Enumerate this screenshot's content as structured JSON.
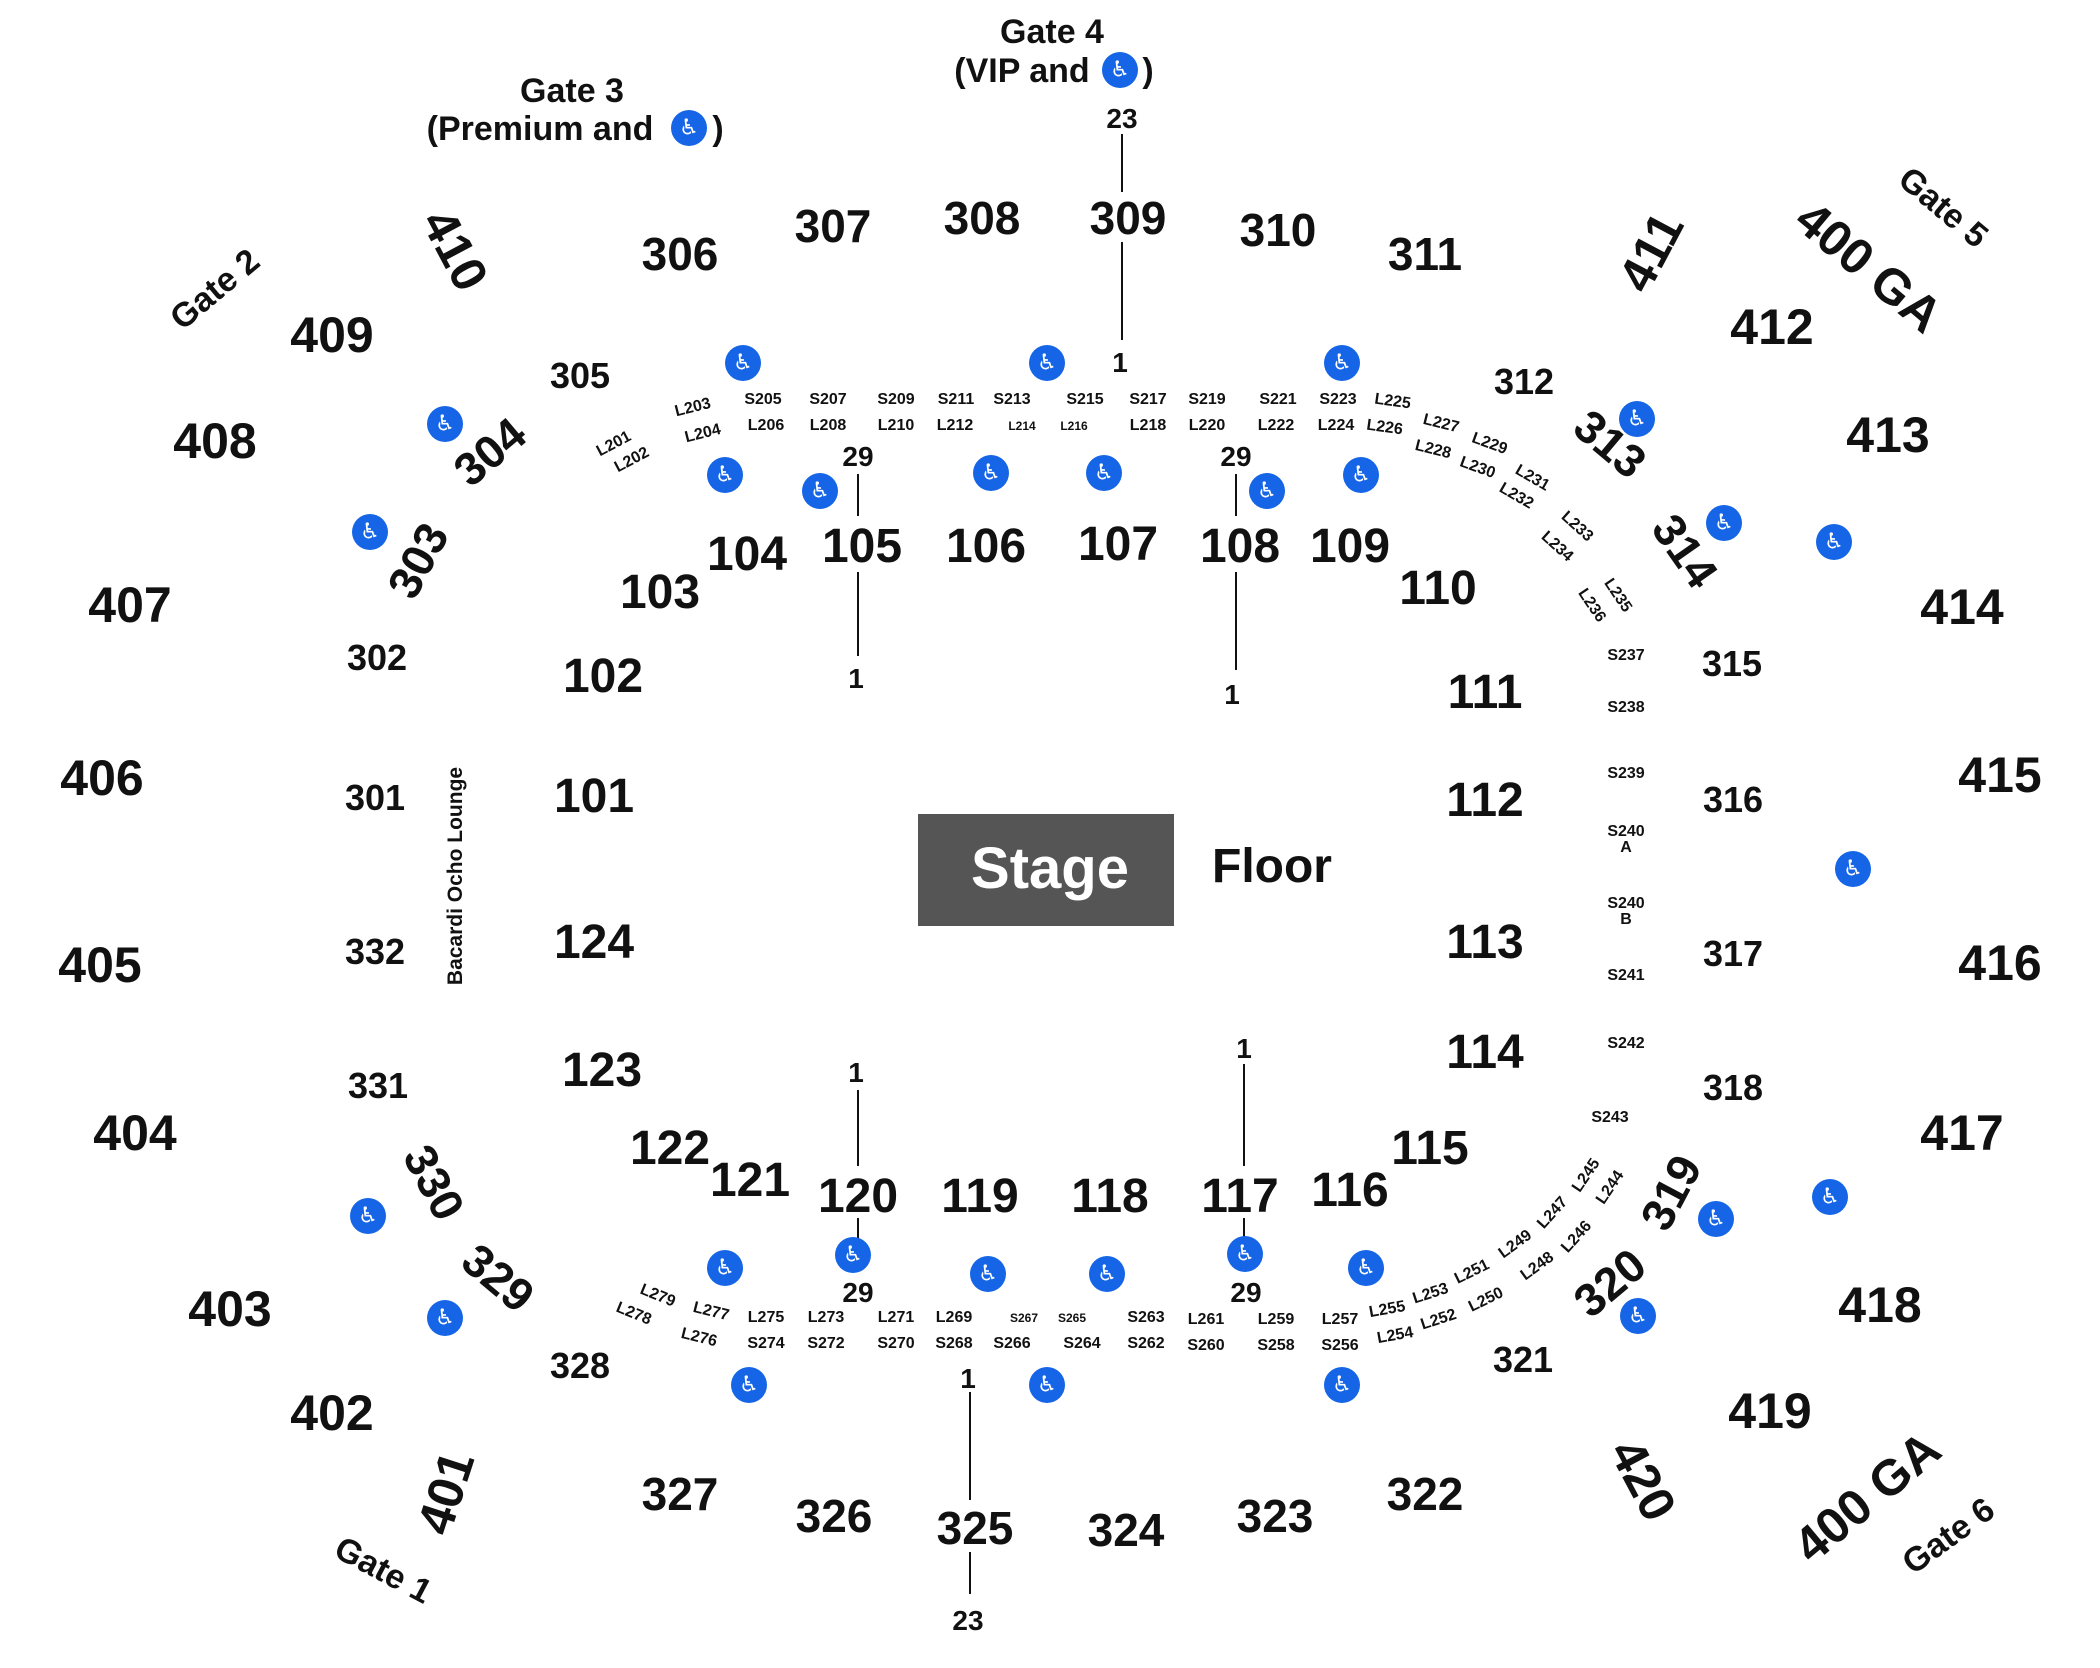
{
  "gates": {
    "gate1": "Gate 1",
    "gate2": "Gate 2",
    "gate3_line1": "Gate 3",
    "gate3_line2": "(Premium and",
    "gate3_close": ")",
    "gate4_line1": "Gate 4",
    "gate4_line2": "(VIP and",
    "gate4_close": ")",
    "gate5": "Gate 5",
    "gate6": "Gate 6"
  },
  "stage": {
    "label": "Stage",
    "color": "#555555"
  },
  "floor": {
    "label": "Floor"
  },
  "lounge": {
    "label": "Bacardi Ocho Lounge"
  },
  "accessibility": {
    "icon": "wheelchair-icon",
    "color": "#1565e6",
    "glyph": "♿"
  },
  "sections_400": {
    "s401": "401",
    "s402": "402",
    "s403": "403",
    "s404": "404",
    "s405": "405",
    "s406": "406",
    "s407": "407",
    "s408": "408",
    "s409": "409",
    "s410": "410",
    "s411": "411",
    "s412": "412",
    "s413": "413",
    "s414": "414",
    "s415": "415",
    "s416": "416",
    "s417": "417",
    "s418": "418",
    "s419": "419",
    "s420": "420",
    "ga_top": "400 GA",
    "ga_bottom": "400 GA"
  },
  "sections_300": {
    "s301": "301",
    "s302": "302",
    "s303": "303",
    "s304": "304",
    "s305": "305",
    "s306": "306",
    "s307": "307",
    "s308": "308",
    "s309": "309",
    "s310": "310",
    "s311": "311",
    "s312": "312",
    "s313": "313",
    "s314": "314",
    "s315": "315",
    "s316": "316",
    "s317": "317",
    "s318": "318",
    "s319": "319",
    "s320": "320",
    "s321": "321",
    "s322": "322",
    "s323": "323",
    "s324": "324",
    "s325": "325",
    "s326": "326",
    "s327": "327",
    "s328": "328",
    "s329": "329",
    "s330": "330",
    "s331": "331",
    "s332": "332"
  },
  "sections_100": {
    "s101": "101",
    "s102": "102",
    "s103": "103",
    "s104": "104",
    "s105": "105",
    "s106": "106",
    "s107": "107",
    "s108": "108",
    "s109": "109",
    "s110": "110",
    "s111": "111",
    "s112": "112",
    "s113": "113",
    "s114": "114",
    "s115": "115",
    "s116": "116",
    "s117": "117",
    "s118": "118",
    "s119": "119",
    "s120": "120",
    "s121": "121",
    "s122": "122",
    "s123": "123",
    "s124": "124"
  },
  "boxes_top": {
    "L201": "L201",
    "L202": "L202",
    "L203": "L203",
    "L204": "L204",
    "S205": "S205",
    "L206": "L206",
    "S207": "S207",
    "L208": "L208",
    "S209": "S209",
    "L210": "L210",
    "S211": "S211",
    "L212": "L212",
    "S213": "S213",
    "L214": "L214",
    "S215": "S215",
    "L216": "L216",
    "S217": "S217",
    "L218": "L218",
    "S219": "S219",
    "L220": "L220",
    "S221": "S221",
    "L222": "L222",
    "S223": "S223",
    "L224": "L224",
    "L225": "L225",
    "L226": "L226",
    "L227": "L227",
    "L228": "L228",
    "L229": "L229",
    "L230": "L230",
    "L231": "L231",
    "L232": "L232",
    "L233": "L233",
    "L234": "L234",
    "L235": "L235",
    "L236": "L236"
  },
  "boxes_side": {
    "S237": "S237",
    "S238": "S238",
    "S239": "S239",
    "S240": "S240",
    "A": "A",
    "S240b": "S240",
    "B": "B",
    "S241": "S241",
    "S242": "S242",
    "S243": "S243"
  },
  "boxes_bottom": {
    "L244": "L244",
    "L245": "L245",
    "L246": "L246",
    "L247": "L247",
    "L248": "L248",
    "L249": "L249",
    "L250": "L250",
    "L251": "L251",
    "L252": "L252",
    "L253": "L253",
    "L254": "L254",
    "L255": "L255",
    "S256": "S256",
    "L257": "L257",
    "S258": "S258",
    "L259": "L259",
    "S260": "S260",
    "L261": "L261",
    "S262": "S262",
    "S263": "S263",
    "S264": "S264",
    "S265": "S265",
    "S266": "S266",
    "S267": "S267",
    "S268": "S268",
    "L269": "L269",
    "S270": "S270",
    "L271": "L271",
    "S272": "S272",
    "L273": "L273",
    "S274": "S274",
    "L275": "L275",
    "L276": "L276",
    "L277": "L277",
    "L278": "L278",
    "L279": "L279"
  },
  "row_numbers": {
    "top_309_row23": "23",
    "top_309_row1": "1",
    "s105_row29": "29",
    "s105_row1": "1",
    "s108_row29": "29",
    "s108_row1": "1",
    "s120_row1": "1",
    "s120_row29": "29",
    "s117_row1": "1",
    "s117_row29": "29",
    "s325_row1": "1",
    "s325_row23": "23"
  }
}
